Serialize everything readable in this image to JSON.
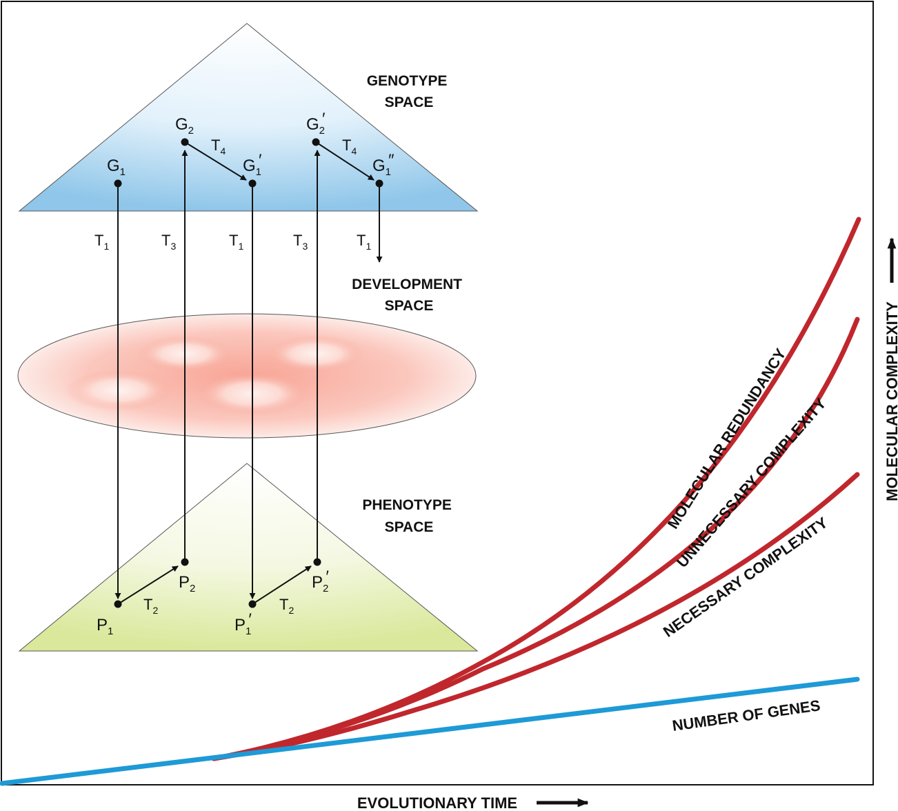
{
  "spaces": {
    "genotype": [
      "GENOTYPE",
      "SPACE"
    ],
    "development": [
      "DEVELOPMENT",
      "SPACE"
    ],
    "phenotype": [
      "PHENOTYPE",
      "SPACE"
    ]
  },
  "genotype_nodes": {
    "g1": {
      "base": "G",
      "sub": "1",
      "mark": ""
    },
    "g2": {
      "base": "G",
      "sub": "2",
      "mark": ""
    },
    "g1p": {
      "base": "G",
      "sub": "1",
      "mark": "′"
    },
    "g2p": {
      "base": "G",
      "sub": "2",
      "mark": "′"
    },
    "g1pp": {
      "base": "G",
      "sub": "1",
      "mark": "″"
    }
  },
  "phenotype_nodes": {
    "p1": {
      "base": "P",
      "sub": "1",
      "mark": ""
    },
    "p2": {
      "base": "P",
      "sub": "2",
      "mark": ""
    },
    "p1p": {
      "base": "P",
      "sub": "1",
      "mark": "′"
    },
    "p2p": {
      "base": "P",
      "sub": "2",
      "mark": "′"
    }
  },
  "transitions": {
    "t1_a": {
      "base": "T",
      "sub": "1"
    },
    "t3_a": {
      "base": "T",
      "sub": "3"
    },
    "t1_b": {
      "base": "T",
      "sub": "1"
    },
    "t3_b": {
      "base": "T",
      "sub": "3"
    },
    "t1_c": {
      "base": "T",
      "sub": "1"
    },
    "t4_a": {
      "base": "T",
      "sub": "4"
    },
    "t4_b": {
      "base": "T",
      "sub": "4"
    },
    "t2_a": {
      "base": "T",
      "sub": "2"
    },
    "t2_b": {
      "base": "T",
      "sub": "2"
    }
  },
  "curves": {
    "molecular_redundancy": "MOLECULAR REDUNDANCY",
    "unnecessary_complexity": "UNNECESSARY COMPLEXITY",
    "necessary_complexity": "NECESSARY COMPLEXITY",
    "number_of_genes": "NUMBER OF GENES"
  },
  "axes": {
    "x_label": "EVOLUTIONARY TIME",
    "y_label": "MOLECULAR COMPLEXITY"
  },
  "colors": {
    "complexity_curves": "#c0272d",
    "genes_line": "#1e9ad6",
    "genotype_fill": "#bfe0f4",
    "development_fill": "#f6a89a",
    "phenotype_fill": "#e4efb8"
  }
}
